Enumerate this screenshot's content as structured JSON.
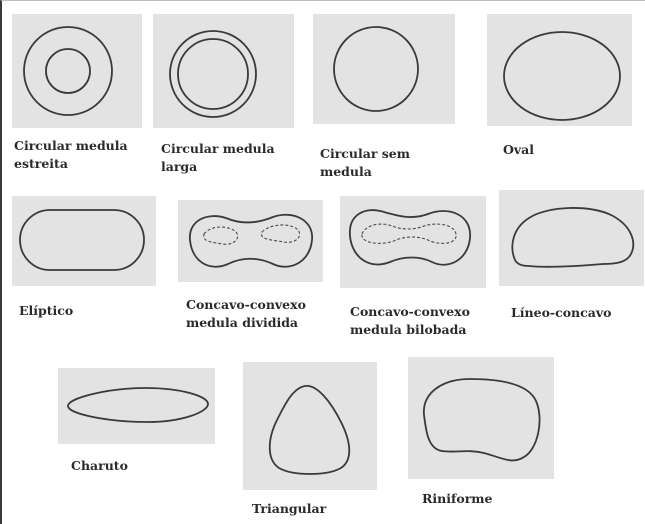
{
  "figure": {
    "shapes": [
      {
        "id": "circular-medula-estreita",
        "label_line1": "Circular medula",
        "label_line2": "estreita"
      },
      {
        "id": "circular-medula-larga",
        "label_line1": "Circular medula",
        "label_line2": "larga"
      },
      {
        "id": "circular-sem-medula",
        "label_line1": "Circular sem",
        "label_line2": "medula"
      },
      {
        "id": "oval",
        "label_line1": "Oval",
        "label_line2": ""
      },
      {
        "id": "eliptico",
        "label_line1": "Elíptico",
        "label_line2": ""
      },
      {
        "id": "concavo-convexo-medula-dividida",
        "label_line1": "Concavo-convexo",
        "label_line2": "medula dividida"
      },
      {
        "id": "concavo-convexo-medula-bilobada",
        "label_line1": "Concavo-convexo",
        "label_line2": "medula bilobada"
      },
      {
        "id": "lineo-concavo",
        "label_line1": "Líneo-concavo",
        "label_line2": ""
      },
      {
        "id": "charuto",
        "label_line1": "Charuto",
        "label_line2": ""
      },
      {
        "id": "triangular",
        "label_line1": "Triangular",
        "label_line2": ""
      },
      {
        "id": "riniforme",
        "label_line1": "Riniforme",
        "label_line2": ""
      }
    ]
  }
}
